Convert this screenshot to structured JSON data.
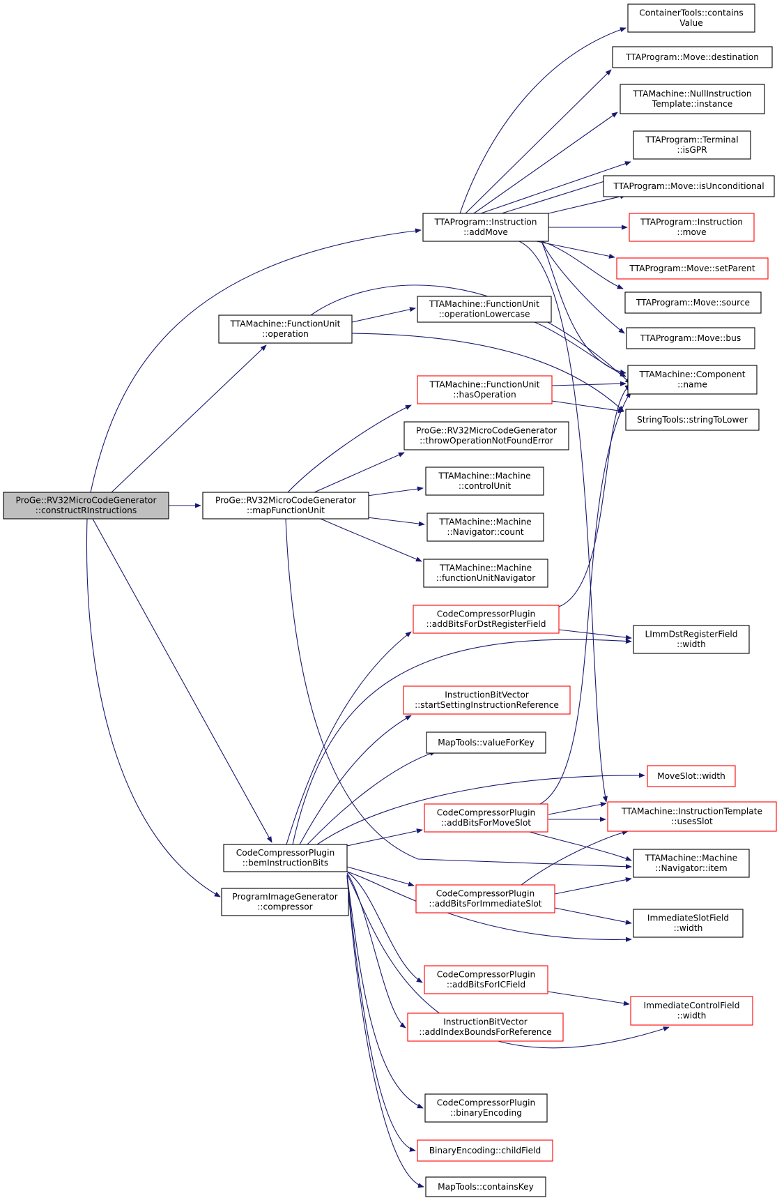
{
  "graph": {
    "colors": {
      "edge": "#191970",
      "node_border": "#000000",
      "node_border_truncated": "#ff0000",
      "root_fill": "#bfbfbf",
      "node_fill": "#ffffff",
      "text": "#000000"
    },
    "nodes": [
      {
        "id": "root",
        "lines": [
          "ProGe::RV32MicroCodeGenerator",
          "::constructRInstructions"
        ],
        "kind": "root"
      },
      {
        "id": "addMove",
        "lines": [
          "TTAProgram::Instruction",
          "::addMove"
        ],
        "kind": "normal"
      },
      {
        "id": "fuOperation",
        "lines": [
          "TTAMachine::FunctionUnit",
          "::operation"
        ],
        "kind": "normal"
      },
      {
        "id": "mapFU",
        "lines": [
          "ProGe::RV32MicroCodeGenerator",
          "::mapFunctionUnit"
        ],
        "kind": "normal"
      },
      {
        "id": "bem",
        "lines": [
          "CodeCompressorPlugin",
          "::bemInstructionBits"
        ],
        "kind": "normal"
      },
      {
        "id": "compressor",
        "lines": [
          "ProgramImageGenerator",
          "::compressor"
        ],
        "kind": "normal"
      },
      {
        "id": "opLower",
        "lines": [
          "TTAMachine::FunctionUnit",
          "::operationLowercase"
        ],
        "kind": "normal"
      },
      {
        "id": "hasOp",
        "lines": [
          "TTAMachine::FunctionUnit",
          "::hasOperation"
        ],
        "kind": "truncated"
      },
      {
        "id": "throwOp",
        "lines": [
          "ProGe::RV32MicroCodeGenerator",
          "::throwOperationNotFoundError"
        ],
        "kind": "normal"
      },
      {
        "id": "controlUnit",
        "lines": [
          "TTAMachine::Machine",
          "::controlUnit"
        ],
        "kind": "normal"
      },
      {
        "id": "navCount",
        "lines": [
          "TTAMachine::Machine",
          "::Navigator::count"
        ],
        "kind": "normal"
      },
      {
        "id": "fuNav",
        "lines": [
          "TTAMachine::Machine",
          "::functionUnitNavigator"
        ],
        "kind": "normal"
      },
      {
        "id": "dstReg",
        "lines": [
          "CodeCompressorPlugin",
          "::addBitsForDstRegisterField"
        ],
        "kind": "truncated"
      },
      {
        "id": "startSetting",
        "lines": [
          "InstructionBitVector",
          "::startSettingInstructionReference"
        ],
        "kind": "truncated"
      },
      {
        "id": "valueForKey",
        "lines": [
          "MapTools::valueForKey"
        ],
        "kind": "normal"
      },
      {
        "id": "moveSlotBits",
        "lines": [
          "CodeCompressorPlugin",
          "::addBitsForMoveSlot"
        ],
        "kind": "truncated"
      },
      {
        "id": "immSlotBits",
        "lines": [
          "CodeCompressorPlugin",
          "::addBitsForImmediateSlot"
        ],
        "kind": "truncated"
      },
      {
        "id": "icField",
        "lines": [
          "CodeCompressorPlugin",
          "::addBitsForICField"
        ],
        "kind": "truncated"
      },
      {
        "id": "indexBounds",
        "lines": [
          "InstructionBitVector",
          "::addIndexBoundsForReference"
        ],
        "kind": "truncated"
      },
      {
        "id": "binEnc",
        "lines": [
          "CodeCompressorPlugin",
          "::binaryEncoding"
        ],
        "kind": "normal"
      },
      {
        "id": "childField",
        "lines": [
          "BinaryEncoding::childField"
        ],
        "kind": "truncated"
      },
      {
        "id": "containsKey",
        "lines": [
          "MapTools::containsKey"
        ],
        "kind": "normal"
      },
      {
        "id": "containsValue",
        "lines": [
          "ContainerTools::contains",
          "Value"
        ],
        "kind": "normal"
      },
      {
        "id": "destination",
        "lines": [
          "TTAProgram::Move::destination"
        ],
        "kind": "normal"
      },
      {
        "id": "nullTemplate",
        "lines": [
          "TTAMachine::NullInstruction",
          "Template::instance"
        ],
        "kind": "normal"
      },
      {
        "id": "isGPR",
        "lines": [
          "TTAProgram::Terminal",
          "::isGPR"
        ],
        "kind": "normal"
      },
      {
        "id": "isUncond",
        "lines": [
          "TTAProgram::Move::isUnconditional"
        ],
        "kind": "normal"
      },
      {
        "id": "instrMove",
        "lines": [
          "TTAProgram::Instruction",
          "::move"
        ],
        "kind": "truncated"
      },
      {
        "id": "setParent",
        "lines": [
          "TTAProgram::Move::setParent"
        ],
        "kind": "truncated"
      },
      {
        "id": "source",
        "lines": [
          "TTAProgram::Move::source"
        ],
        "kind": "normal"
      },
      {
        "id": "bus",
        "lines": [
          "TTAProgram::Move::bus"
        ],
        "kind": "normal"
      },
      {
        "id": "compName",
        "lines": [
          "TTAMachine::Component",
          "::name"
        ],
        "kind": "normal"
      },
      {
        "id": "strLower",
        "lines": [
          "StringTools::stringToLower"
        ],
        "kind": "normal"
      },
      {
        "id": "limmWidth",
        "lines": [
          "LImmDstRegisterField",
          "::width"
        ],
        "kind": "normal"
      },
      {
        "id": "moveSlotWidth",
        "lines": [
          "MoveSlot::width"
        ],
        "kind": "truncated"
      },
      {
        "id": "usesSlot",
        "lines": [
          "TTAMachine::InstructionTemplate",
          "::usesSlot"
        ],
        "kind": "truncated"
      },
      {
        "id": "navItem",
        "lines": [
          "TTAMachine::Machine",
          "::Navigator::item"
        ],
        "kind": "normal"
      },
      {
        "id": "immSlotWidth",
        "lines": [
          "ImmediateSlotField",
          "::width"
        ],
        "kind": "normal"
      },
      {
        "id": "immCtrlWidth",
        "lines": [
          "ImmediateControlField",
          "::width"
        ],
        "kind": "truncated"
      }
    ]
  }
}
